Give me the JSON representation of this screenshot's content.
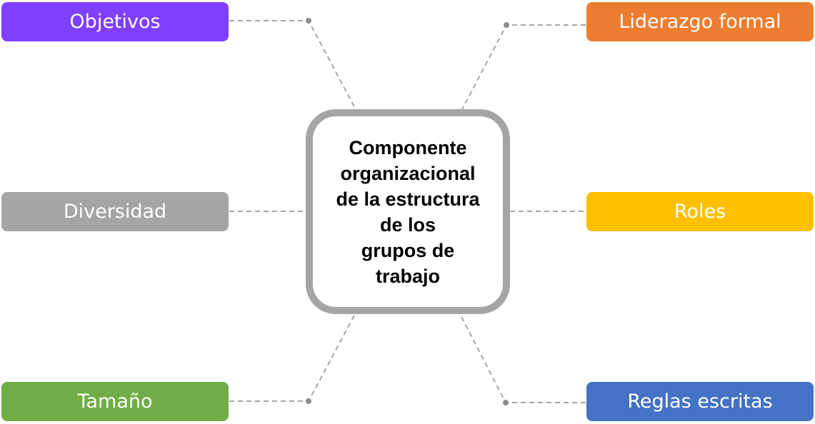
{
  "center": {
    "label": "Componente\norganizacional\nde la estructura\nde los\ngrupos de\ntrabajo",
    "border_color": "#a5a5a5"
  },
  "nodes": [
    {
      "id": "objetivos",
      "label": "Objetivos",
      "color": "#7f3fff",
      "side": "left",
      "row": "top"
    },
    {
      "id": "diversidad",
      "label": "Diversidad",
      "color": "#a5a5a5",
      "side": "left",
      "row": "middle"
    },
    {
      "id": "tamano",
      "label": "Tamaño",
      "color": "#70ad47",
      "side": "left",
      "row": "bottom"
    },
    {
      "id": "liderazgo-formal",
      "label": "Liderazgo formal",
      "color": "#ed7d31",
      "side": "right",
      "row": "top"
    },
    {
      "id": "roles",
      "label": "Roles",
      "color": "#ffc000",
      "side": "right",
      "row": "middle"
    },
    {
      "id": "reglas-escritas",
      "label": "Reglas escritas",
      "color": "#4472c4",
      "side": "right",
      "row": "bottom"
    }
  ],
  "connector_color": "#a5a5a5"
}
